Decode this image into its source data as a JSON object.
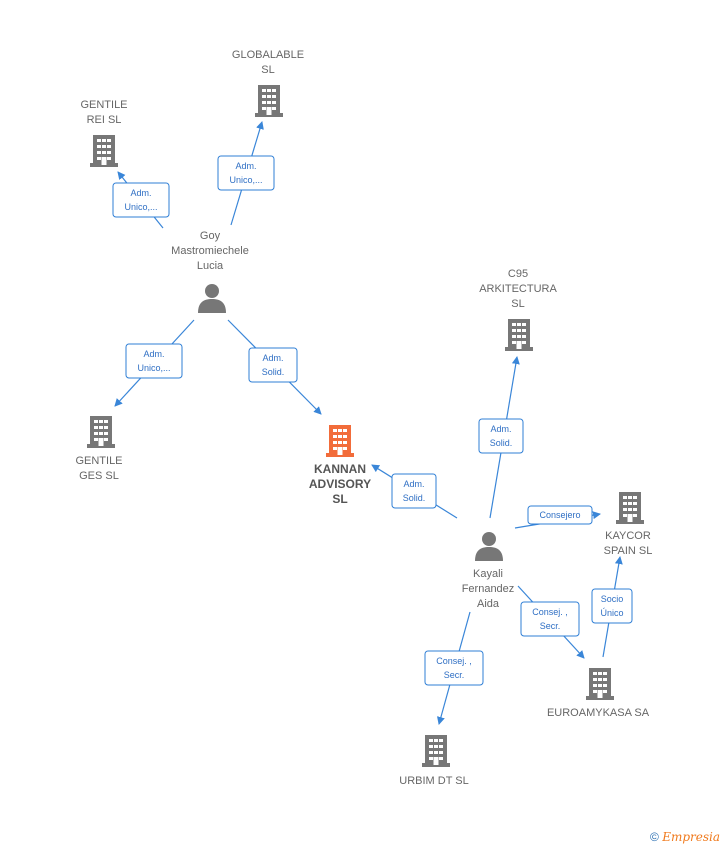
{
  "colors": {
    "edge": "#3a86d8",
    "company": "#777777",
    "company_main": "#f26c3a",
    "person": "#777777",
    "label_box_border": "#2f7fd6"
  },
  "nodes": [
    {
      "id": "globalable",
      "type": "company",
      "lines": [
        "GLOBALABLE",
        "SL"
      ]
    },
    {
      "id": "gentile_rei",
      "type": "company",
      "lines": [
        "GENTILE",
        "REI  SL"
      ]
    },
    {
      "id": "goy",
      "type": "person",
      "lines": [
        "Goy",
        "Mastromiechele",
        "Lucia"
      ]
    },
    {
      "id": "gentile_ges",
      "type": "company",
      "lines": [
        "GENTILE",
        "GES  SL"
      ]
    },
    {
      "id": "kannan",
      "type": "company_main",
      "lines": [
        "KANNAN",
        "ADVISORY",
        "SL"
      ]
    },
    {
      "id": "c95",
      "type": "company",
      "lines": [
        "C95",
        "ARKITECTURA",
        "SL"
      ]
    },
    {
      "id": "kayali",
      "type": "person",
      "lines": [
        "Kayali",
        "Fernandez",
        "Aida"
      ]
    },
    {
      "id": "kaycor",
      "type": "company",
      "lines": [
        "KAYCOR",
        "SPAIN SL"
      ]
    },
    {
      "id": "euroamykasa",
      "type": "company",
      "lines": [
        "EUROAMYKASA SA"
      ]
    },
    {
      "id": "urbim",
      "type": "company",
      "lines": [
        "URBIM DT  SL"
      ]
    }
  ],
  "edges": [
    {
      "from": "goy",
      "to": "globalable",
      "lines": [
        "Adm.",
        "Unico,..."
      ]
    },
    {
      "from": "goy",
      "to": "gentile_rei",
      "lines": [
        "Adm.",
        "Unico,..."
      ]
    },
    {
      "from": "goy",
      "to": "gentile_ges",
      "lines": [
        "Adm.",
        "Unico,..."
      ]
    },
    {
      "from": "goy",
      "to": "kannan",
      "lines": [
        "Adm.",
        "Solid."
      ]
    },
    {
      "from": "kayali",
      "to": "kannan",
      "lines": [
        "Adm.",
        "Solid."
      ]
    },
    {
      "from": "kayali",
      "to": "c95",
      "lines": [
        "Adm.",
        "Solid."
      ]
    },
    {
      "from": "kayali",
      "to": "kaycor",
      "lines": [
        "Consejero"
      ]
    },
    {
      "from": "kayali",
      "to": "euroamykasa",
      "lines": [
        "Consej. ,",
        "Secr."
      ]
    },
    {
      "from": "euroamykasa",
      "to": "kaycor",
      "lines": [
        "Socio",
        "Único"
      ]
    },
    {
      "from": "kayali",
      "to": "urbim",
      "lines": [
        "Consej. ,",
        "Secr."
      ]
    }
  ],
  "credit": {
    "symbol": "©",
    "brand": "Empresia"
  }
}
